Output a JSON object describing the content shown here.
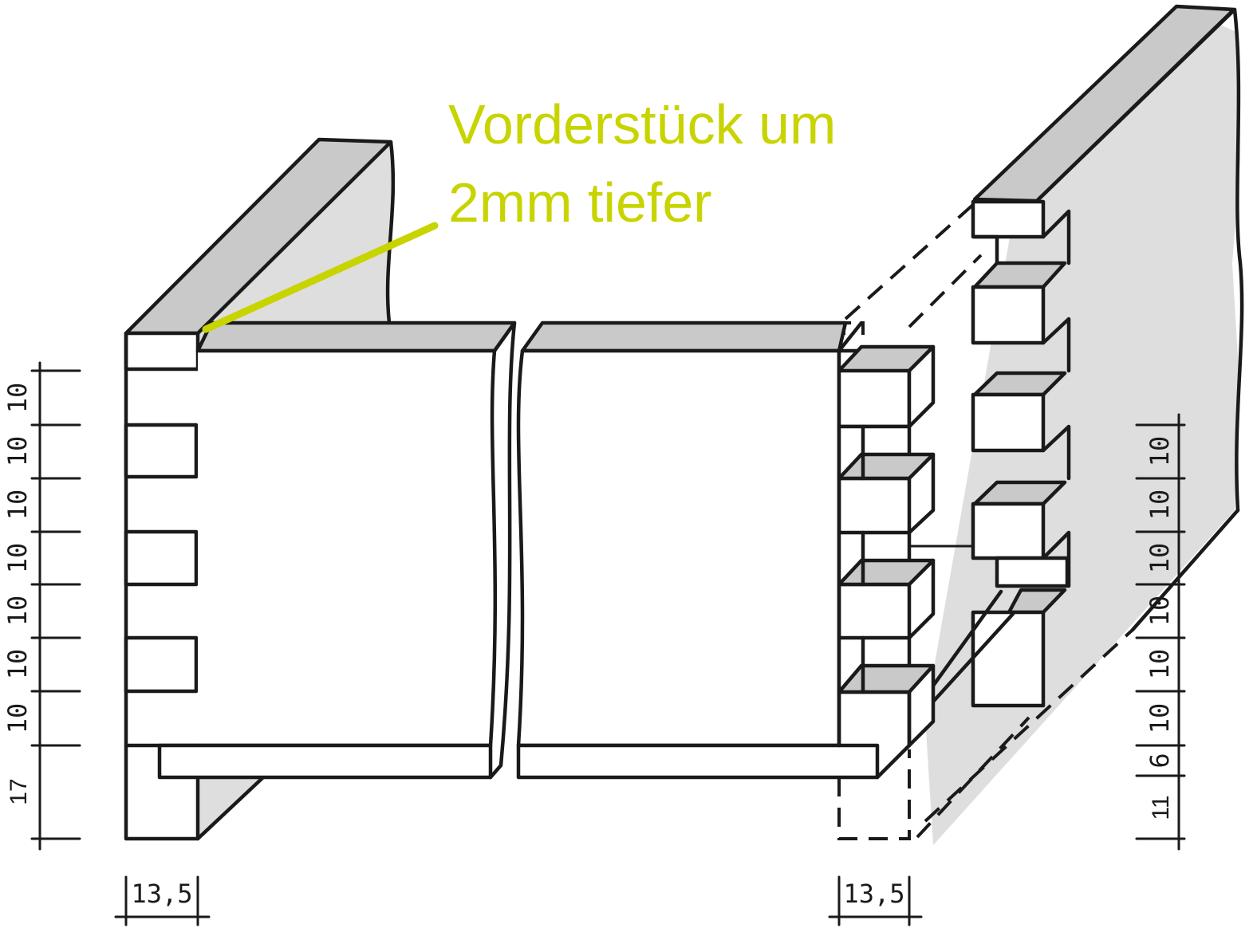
{
  "annotation": {
    "lines": [
      "Vorderstück um",
      "2mm tiefer"
    ],
    "color": "#c8d400"
  },
  "left_dimensions": [
    "10",
    "10",
    "10",
    "10",
    "10",
    "10",
    "10",
    "17"
  ],
  "right_dimensions": [
    "10",
    "10",
    "10",
    "10",
    "10",
    "10",
    "6",
    "11"
  ],
  "bottom_dimensions": {
    "left": "13,5",
    "right": "13,5"
  },
  "colors": {
    "line": "#1a1a1a",
    "shade_dark": "#c9c9c9",
    "shade_light": "#dedede",
    "paper": "#ffffff"
  }
}
